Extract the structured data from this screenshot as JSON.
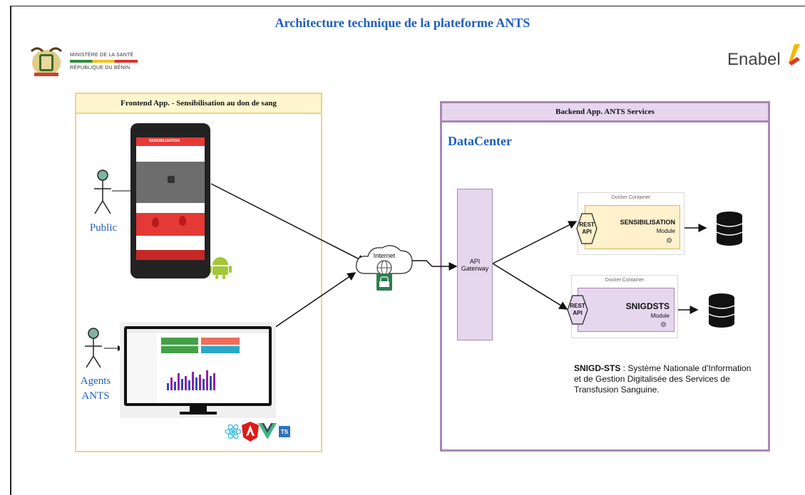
{
  "title": "Architecture technique de la plateforme ANTS",
  "ministry": {
    "line1": "MINISTÈRE DE LA SANTÉ",
    "line2": "RÉPUBLIQUE DU BÉNIN"
  },
  "partner_logo": "Enabel",
  "frontend": {
    "header": "Frontend  App. - Sensibilisation au don de sang",
    "actors": {
      "public": "Public",
      "agents_line1": "Agents",
      "agents_line2": "ANTS"
    },
    "phone_header": "SENSIBILISATION",
    "tech_badge": "TS"
  },
  "internet": {
    "label": "Internet"
  },
  "backend": {
    "header": "Backend App.  ANTS Services",
    "datacenter": "DataCenter",
    "gateway_line1": "API",
    "gateway_line2": "Gaterway",
    "containers": [
      {
        "label": "Docker Container",
        "rest_line1": "REST",
        "rest_line2": "API",
        "module_name": "SENSIBILISATION",
        "module_sub": "Module"
      },
      {
        "label": "Docker Container",
        "rest_line1": "REST",
        "rest_line2": "API",
        "module_name": "SNIGDSTS",
        "module_sub": "Module"
      }
    ]
  },
  "note": {
    "acronym": "SNIGD-STS",
    "text": " : Système Nationale d'Information et de Gestion Digitalisée des Services de Transfusion Sanguine."
  },
  "colors": {
    "title_blue": "#1f5fbf",
    "frontend_border": "#e8d48a",
    "frontend_fill": "#fff6cf",
    "backend_border": "#a688b4",
    "backend_fill": "#e6d6ee",
    "sens_module_fill": "#fff1cc",
    "android_green": "#a4c639"
  }
}
